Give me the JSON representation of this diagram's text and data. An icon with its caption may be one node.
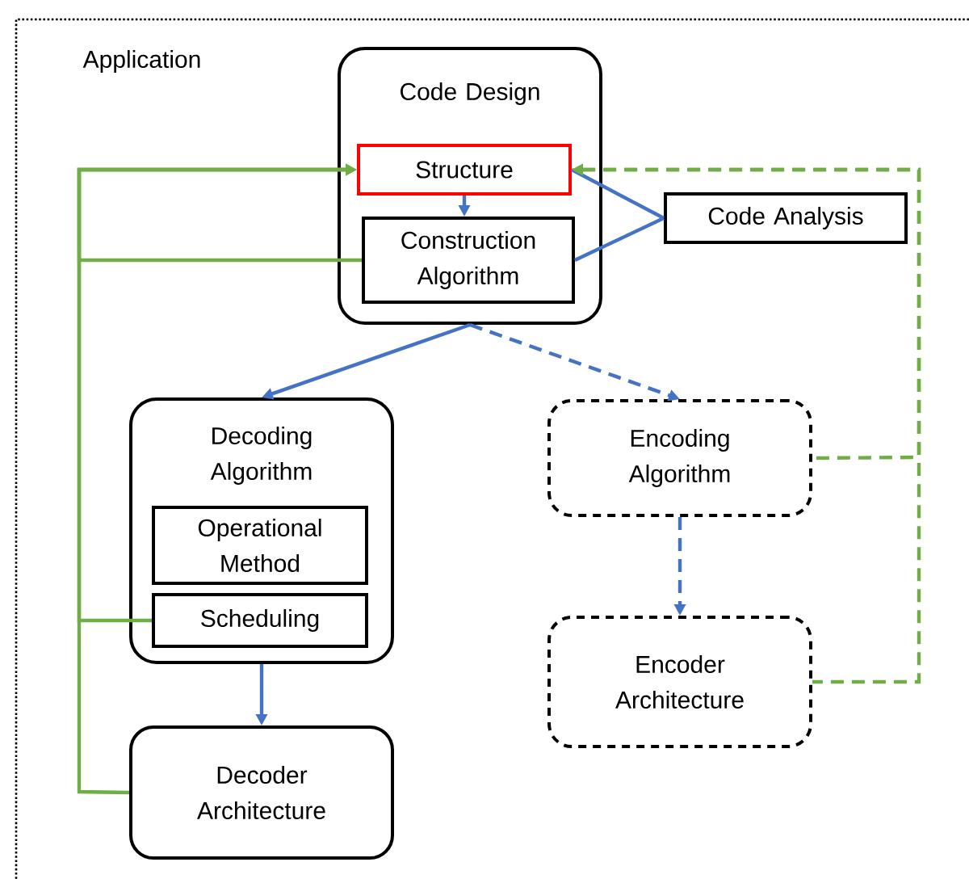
{
  "diagram": {
    "nodes": [
      {
        "text": [
          "Application"
        ]
      },
      {
        "text": [
          "Code Design"
        ],
        "in": 0
      },
      {
        "text": [
          "Structure"
        ],
        "in": 1
      },
      {
        "text": [
          "Construction Algorithm"
        ],
        "in": 1
      },
      {
        "text": [
          "Code Analysis"
        ],
        "in": 0
      },
      {
        "text": [
          "Decoding Algorithm"
        ],
        "in": 0
      },
      {
        "text": [
          "Operational Method"
        ],
        "in": 5
      },
      {
        "text": [
          "Scheduling"
        ],
        "in": 5
      },
      {
        "text": [
          "Encoding Algorithm"
        ],
        "in": 0
      },
      {
        "text": [
          "Decoder Architecture"
        ],
        "in": 0
      },
      {
        "text": [
          "Encoder Architecture"
        ],
        "in": 0
      }
    ],
    "edges": [
      {
        "from": 2,
        "to": 3,
        "arrow": "to"
      },
      {
        "from": 4,
        "to": 2,
        "arrow": "none"
      },
      {
        "from": 4,
        "to": 3,
        "arrow": "none"
      },
      {
        "from": 1,
        "to": 5,
        "arrow": "to"
      },
      {
        "from": 1,
        "to": 8,
        "arrow": "to",
        "style": "dashed"
      },
      {
        "from": 5,
        "to": 9,
        "arrow": "to"
      },
      {
        "from": 8,
        "to": 10,
        "arrow": "to",
        "style": "dashed"
      },
      {
        "from": 3,
        "to": 2,
        "arrow": "to",
        "color": "#70ad47"
      },
      {
        "from": 7,
        "to": 2,
        "arrow": "to",
        "color": "#70ad47"
      },
      {
        "from": 9,
        "to": 2,
        "arrow": "to",
        "color": "#70ad47"
      },
      {
        "from": 8,
        "to": 2,
        "arrow": "to",
        "style": "dashed",
        "color": "#70ad47"
      },
      {
        "from": 10,
        "to": 2,
        "arrow": "to",
        "style": "dashed",
        "color": "#70ad47"
      }
    ]
  }
}
